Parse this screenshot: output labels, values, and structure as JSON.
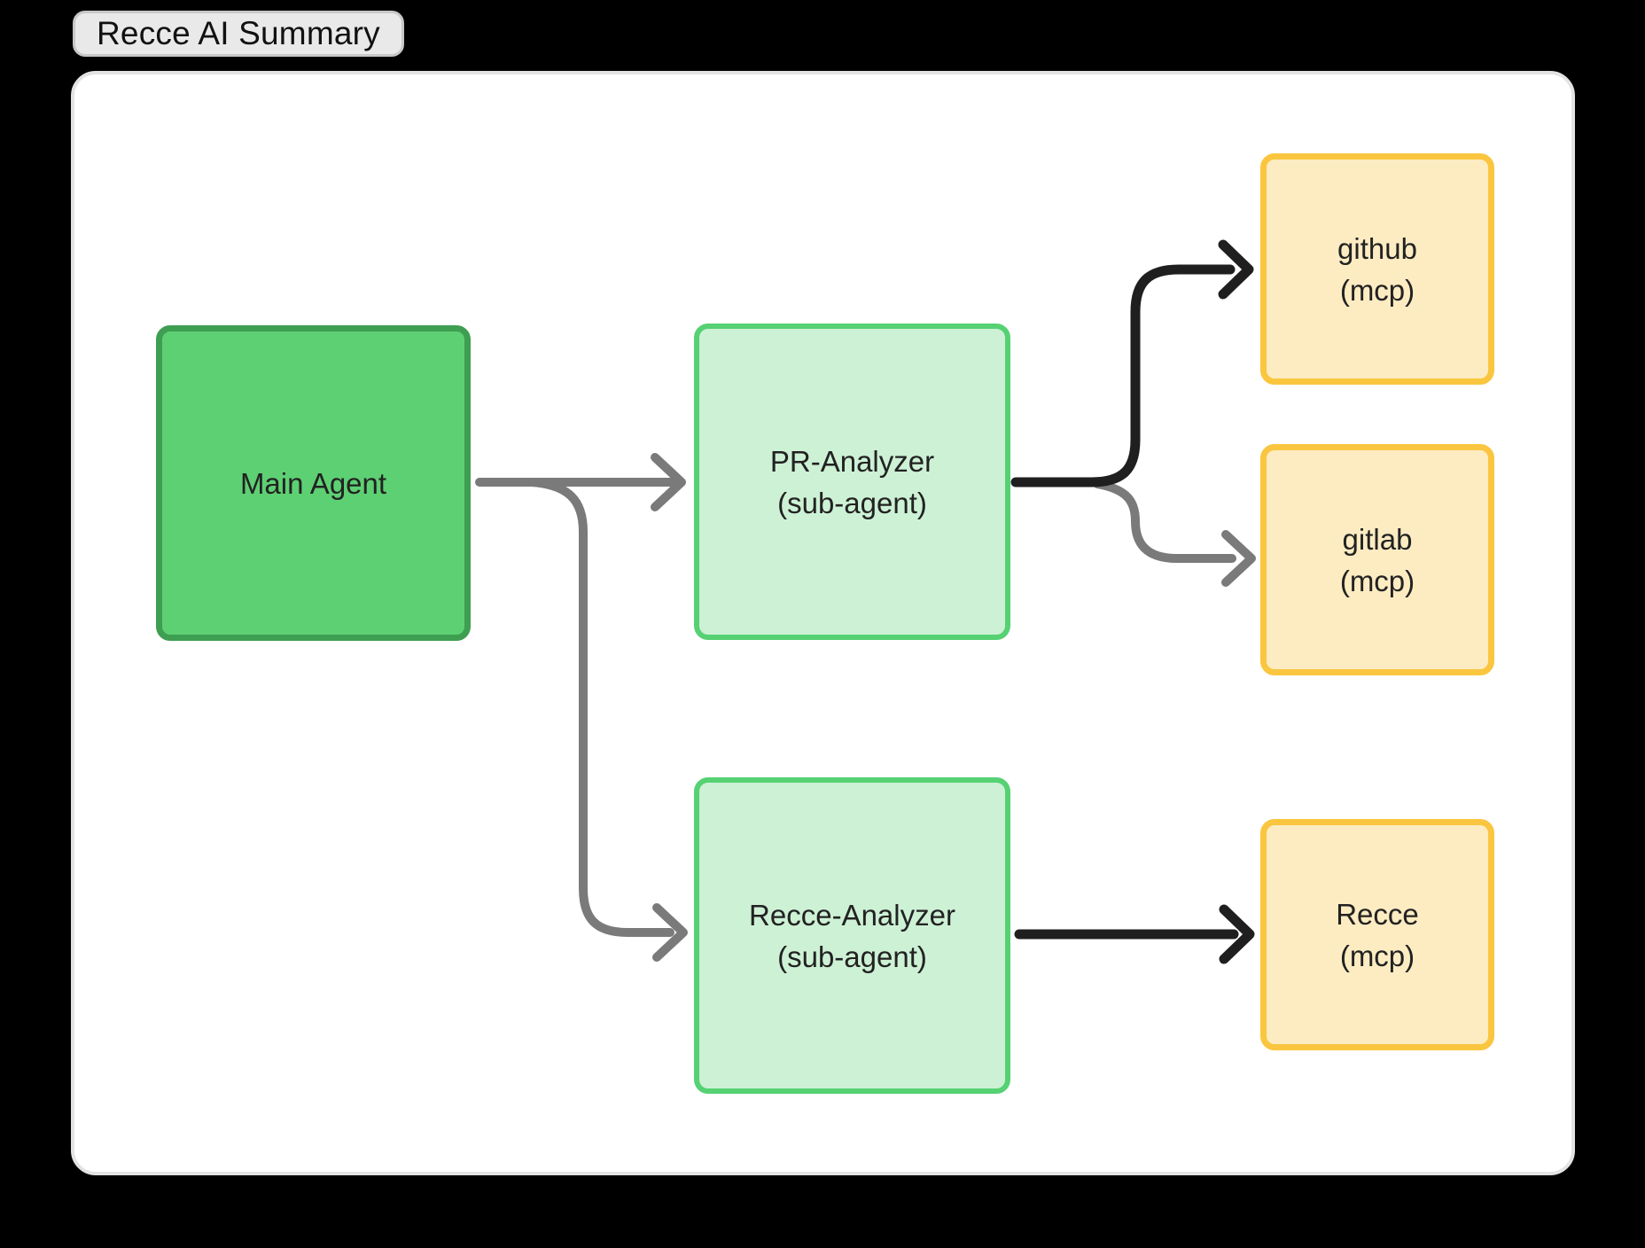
{
  "title_label": "Recce AI Summary",
  "nodes": {
    "main_agent": {
      "label": "Main Agent"
    },
    "pr_analyzer": {
      "line1": "PR-Analyzer",
      "line2": "(sub-agent)"
    },
    "recce_analyzer": {
      "line1": "Recce-Analyzer",
      "line2": "(sub-agent)"
    },
    "github_mcp": {
      "line1": "github",
      "line2": "(mcp)"
    },
    "gitlab_mcp": {
      "line1": "gitlab",
      "line2": "(mcp)"
    },
    "recce_mcp": {
      "line1": "Recce",
      "line2": "(mcp)"
    }
  },
  "edges": [
    {
      "from": "Main Agent",
      "to": "PR-Analyzer (sub-agent)",
      "color": "gray"
    },
    {
      "from": "Main Agent",
      "to": "Recce-Analyzer (sub-agent)",
      "color": "gray"
    },
    {
      "from": "PR-Analyzer (sub-agent)",
      "to": "github (mcp)",
      "color": "black"
    },
    {
      "from": "PR-Analyzer (sub-agent)",
      "to": "gitlab (mcp)",
      "color": "gray"
    },
    {
      "from": "Recce-Analyzer (sub-agent)",
      "to": "Recce (mcp)",
      "color": "black"
    }
  ],
  "colors": {
    "agent_fill": "#5dd073",
    "agent_border": "#3e9e51",
    "subagent_fill": "#cdf1d5",
    "subagent_border": "#56d173",
    "mcp_fill": "#fdecc2",
    "mcp_border": "#fac63f",
    "arrow_gray": "#7a7a7a",
    "arrow_black": "#1f1f1f",
    "panel_bg": "#ffffff",
    "page_bg": "#000000",
    "pill_bg": "#e9e9e9"
  }
}
